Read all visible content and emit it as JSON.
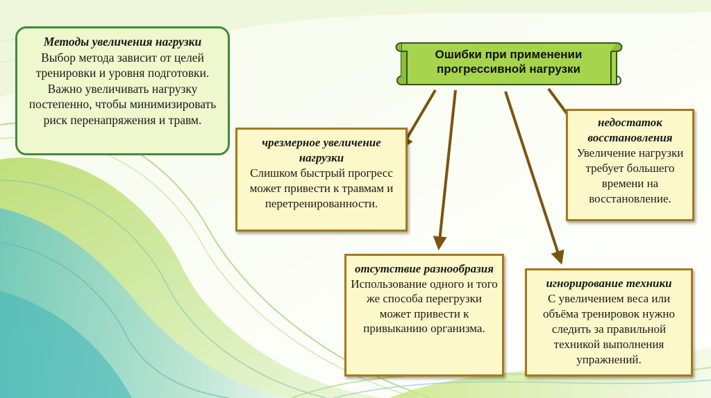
{
  "colors": {
    "page_bg": "#ffffff",
    "wave_green": "#8fc24a",
    "wave_teal": "#3fb5b8",
    "box_yellow": "#fdf8c9",
    "box_border_gold": "#a5791a",
    "left_box_bg": "#eef8cc",
    "left_box_border": "#3f8a3b",
    "scroll_green": "#a6d44c",
    "arrow_brown": "#7a5510"
  },
  "left_box": {
    "title": "Методы увеличения нагрузки",
    "body": "Выбор метода зависит от целей тренировки и уровня подготовки. Важно увеличивать нагрузку постепенно, чтобы минимизировать риск перенапряжения и травм."
  },
  "main_title": {
    "line1": "Ошибки при применении",
    "line2": "прогрессивной нагрузки"
  },
  "boxes": {
    "excessive": {
      "title": "чрезмерное увеличение нагрузки",
      "body": "Слишком быстрый прогресс может привести к травмам и перетренированности."
    },
    "recovery": {
      "title": "недостаток восстановления",
      "body": "Увеличение нагрузки требует большего времени на восстановление."
    },
    "variety": {
      "title": "отсутствие разнообразия",
      "body": "Использование одного и того же способа перегрузки может привести к привыканию организма."
    },
    "technique": {
      "title": "игнорирование техники",
      "body": "С увеличением веса или объёма тренировок нужно следить за правильной техникой выполнения упражнений."
    }
  }
}
